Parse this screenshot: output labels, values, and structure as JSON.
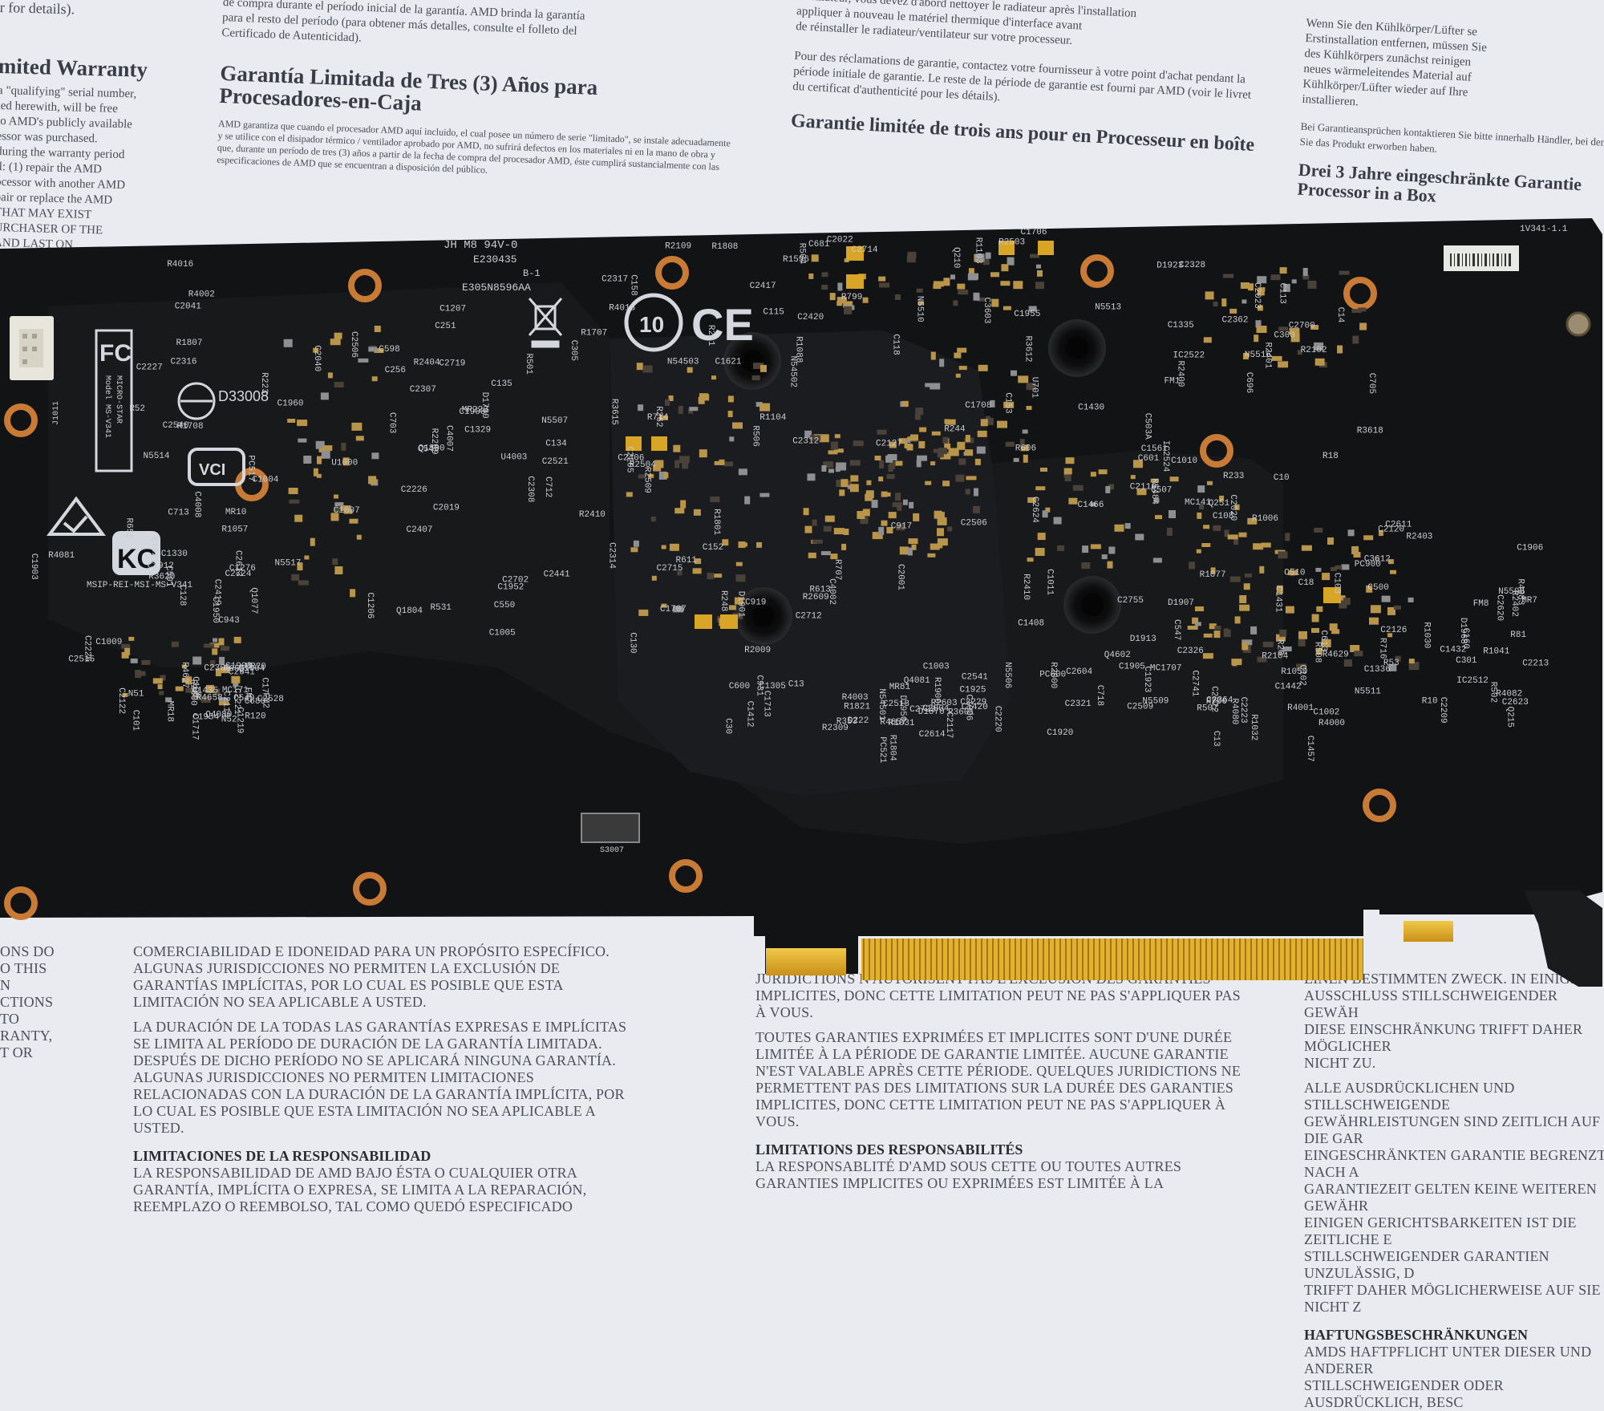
{
  "background_documents": {
    "top_left": {
      "title": "mited Warranty",
      "intro": "r for details).",
      "lines": [
        "a \"qualifying\" serial number,",
        "led herewith, will be free",
        "to AMD's publicly available",
        "essor was purchased.",
        "during the warranty period",
        "ll: (1) repair the AMD",
        "ocessor with another AMD",
        "pair or replace the AMD",
        "THAT MAY EXIST",
        "URCHASER OF THE",
        "AND LAST ON"
      ]
    },
    "top_spanish": {
      "pre_lines": [
        "de compra durante el período inicial de la garantía.  AMD brinda la garantía",
        "para el resto del período  (para obtener más detalles, consulte el folleto del",
        "Certificado de Autenticidad)."
      ],
      "title": "Garantía Limitada de Tres (3) Años para Procesadores-en-Caja",
      "body": "AMD garantiza que cuando el procesador AMD aquí incluido, el cual posee un número de serie \"limitado\", se instale adecuadamente y se utilice con el disipador térmico / ventilador aprobado por AMD, no sufrirá defectos en los materiales ni en la mano de obra y que, durante un período de tres (3) años a partir de la fecha de compra del procesador AMD, éste cumplirá sustancialmente con las especificaciones de AMD que se encuentran a disposición del público."
    },
    "top_french": {
      "pre_lines": [
        "ventilateur, vous devez d'abord nettoyer le radiateur après l'installation",
        "appliquer à nouveau le matériel thermique d'interface avant",
        "de réinstaller le radiateur/ventilateur sur votre processeur."
      ],
      "para": "Pour des réclamations de garantie, contactez votre fournisseur à votre point d'achat pendant la période initiale de garantie.  Le reste de la période de garantie est fourni par AMD (voir le livret du certificat d'authenticité pour les détails).",
      "title": "Garantie limitée de trois ans pour en Processeur en boîte"
    },
    "top_german": {
      "lines": [
        "Wenn Sie den Kühlkörper/Lüfter se",
        "Erstinstallation entfernen, müssen Sie",
        "des Kühlkörpers zunächst reinigen",
        "neues wärmeleitendes Material auf",
        "Kühlkörper/Lüfter wieder auf Ihre",
        "installieren."
      ],
      "para": "Bei Garantieansprüchen kontaktieren Sie bitte innerhalb Händler, bei dem Sie das Produkt erworben haben.",
      "title": "Drei 3 Jahre eingeschränkte Garantie Processor in a Box"
    },
    "bottom_left": {
      "lines": [
        "ONS DO",
        "O THIS",
        "N",
        "CTIONS",
        "TO",
        "RANTY,",
        "T OR"
      ]
    },
    "bottom_spanish": {
      "caps_lines": [
        "COMERCIABILIDAD E IDONEIDAD PARA UN PROPÓSITO ESPECÍFICO.",
        "ALGUNAS JURISDICCIONES NO PERMITEN LA EXCLUSIÓN DE",
        "GARANTÍAS IMPLÍCITAS, POR LO CUAL ES POSIBLE QUE ESTA",
        "LIMITACIÓN NO SEA APLICABLE A USTED."
      ],
      "caps_lines_2": [
        "LA DURACIÓN DE LA TODAS LAS GARANTÍAS EXPRESAS E IMPLÍCITAS",
        "SE LIMITA AL PERÍODO DE DURACIÓN DE LA GARANTÍA LIMITADA.",
        "DESPUÉS DE DICHO PERÍODO NO SE APLICARÁ NINGUNA GARANTÍA.",
        "ALGUNAS JURISDICCIONES NO PERMITEN LIMITACIONES",
        "RELACIONADAS CON LA DURACIÓN DE LA GARANTÍA IMPLÍCITA, POR",
        "LO CUAL ES POSIBLE QUE ESTA LIMITACIÓN NO SEA APLICABLE A",
        "USTED."
      ],
      "heading": "LIMITACIONES DE LA RESPONSABILIDAD",
      "caps_lines_3": [
        "LA RESPONSABILIDAD DE AMD BAJO ÉSTA O CUALQUIER OTRA",
        "GARANTÍA, IMPLÍCITA O EXPRESA, SE LIMITA A LA REPARACIÓN,",
        "REEMPLAZO O REEMBOLSO, TAL COMO QUEDÓ ESPECIFICADO"
      ]
    },
    "bottom_french": {
      "caps_lines": [
        "JURIDICTIONS N'AUTORISENT PAS L'EXCLUSION DES GARANTIES",
        "IMPLICITES, DONC CETTE LIMITATION PEUT NE PAS S'APPLIQUER PAS",
        "À VOUS."
      ],
      "caps_lines_2": [
        "TOUTES GARANTIES EXPRIMÉES ET IMPLICITES SONT D'UNE DURÉE",
        "LIMITÉE À LA PÉRIODE DE GARANTIE LIMITÉE. AUCUNE GARANTIE",
        "N'EST VALABLE APRÈS CETTE PÉRIODE. QUELQUES JURIDICTIONS NE",
        "PERMETTENT PAS DES LIMITATIONS SUR LA DURÉE DES GARANTIES",
        "IMPLICITES, DONC CETTE LIMITATION PEUT NE PAS S'APPLIQUER À",
        "VOUS."
      ],
      "heading": "LIMITATIONS DES RESPONSABILITÉS",
      "caps_lines_3": [
        "LA RESPONSABLITÉ D'AMD SOUS CETTE OU TOUTES AUTRES",
        "GARANTIES IMPLICITES OU EXPRIMÉES EST LIMITÉE À LA"
      ]
    },
    "bottom_german": {
      "caps_lines": [
        "EINEN BESTIMMTEN ZWECK. IN EINIGEN",
        "AUSSCHLUSS STILLSCHWEIGENDER GEWÄH",
        "DIESE EINSCHRÄNKUNG TRIFFT DAHER MÖGLICHER",
        "NICHT ZU."
      ],
      "caps_lines_2": [
        "ALLE AUSDRÜCKLICHEN UND STILLSCHWEIGENDE",
        "GEWÄHRLEISTUNGEN SIND ZEITLICH AUF DIE GAR",
        "EINGESCHRÄNKTEN GARANTIE BEGRENZT. NACH A",
        "GARANTIEZEIT GELTEN KEINE WEITEREN GEWÄHR",
        "EINIGEN GERICHTSBARKEITEN IST DIE ZEITLICHE E",
        "STILLSCHWEIGENDER GARANTIEN UNZULÄSSIG, D",
        "TRIFFT DAHER MÖGLICHERWEISE AUF SIE NICHT Z"
      ],
      "heading": "HAFTUNGSBESCHRÄNKUNGEN",
      "caps_lines_3": [
        "AMDS HAFTPFLICHT UNTER DIESER UND ANDERER",
        "STILLSCHWEIGENDER ODER AUSDRÜCKLICH, BESC"
      ]
    }
  },
  "board": {
    "silkscreen": {
      "ul_mark": "JH M8 94V-0",
      "ul_file": "E230435",
      "ul_batch": "B-1",
      "lot_code": "E305N8596AA",
      "fcc_brand": "MICRO-STAR",
      "fcc_model": "Model MS-V341",
      "fcc_logo": "FC",
      "ce_mark": "CE",
      "rohs_years": "10",
      "cert_code": "D33008",
      "vci_logo": "VCI",
      "kc_logo": "KC",
      "kc_id": "MSIP-REI-MSI-MS-V341",
      "board_rev": "1V341-1.1",
      "connector_label": "J1011"
    },
    "component_labels": [
      "C4008",
      "U1000",
      "R531",
      "R1596",
      "C1621",
      "C4002",
      "R5484",
      "C507",
      "C510",
      "C500",
      "C501",
      "FM2",
      "N54501",
      "R1050",
      "PC521",
      "PC517",
      "C545",
      "R501",
      "R504",
      "R611",
      "R606",
      "C601",
      "C696",
      "R508",
      "R53",
      "C549",
      "C680",
      "C600",
      "PC600",
      "R507",
      "R52",
      "C598",
      "C550",
      "C681",
      "R506",
      "R613",
      "C547",
      "C14",
      "C10",
      "R502",
      "R655",
      "R656",
      "C13",
      "N5506",
      "N5509",
      "N5514",
      "N5517",
      "N5507",
      "N5510",
      "N54503",
      "N54502",
      "N5513",
      "N5516",
      "N5508",
      "N5511",
      "N51",
      "N52",
      "R4003",
      "R4001",
      "R4000",
      "R4002",
      "C2407",
      "C2441",
      "C2420",
      "C2406",
      "R2410",
      "R2400",
      "R2401",
      "R2402",
      "R2403",
      "C2515",
      "C2528",
      "C2541",
      "C2509",
      "C2513",
      "C2540",
      "C2506",
      "C2521",
      "R2503",
      "R2509",
      "R2609",
      "C2624",
      "C2362",
      "C2611",
      "C2623",
      "C2641",
      "R2600",
      "R2603",
      "C2604",
      "C2614",
      "C2613",
      "R2404",
      "R2410",
      "C2417",
      "R2504",
      "C2506",
      "IC2524",
      "IC2522",
      "IC2512",
      "C2620",
      "C2419",
      "C2309",
      "R2309",
      "C2322",
      "C2321",
      "C2316",
      "C2307",
      "C2308",
      "C2317",
      "C2314",
      "C2312",
      "C2326",
      "C2328",
      "C2213",
      "C2209",
      "C2226",
      "C2221",
      "C2220",
      "C2223",
      "C2229",
      "C2227",
      "C2226",
      "R2209",
      "R2109",
      "C2205",
      "C2127",
      "C2116",
      "R2102",
      "C2120",
      "C2126",
      "C2122",
      "C2115",
      "C2117",
      "R2104",
      "C2364",
      "R4016",
      "C4007",
      "U4003",
      "R4015",
      "R248",
      "C1408",
      "C1430",
      "R3618",
      "C3612",
      "C1336",
      "R3620",
      "C1435",
      "C1412",
      "R3601",
      "C1420",
      "C1330",
      "C1206",
      "C1207",
      "C3603",
      "R3615",
      "R3612",
      "C1466",
      "C1335",
      "C1431",
      "C1432",
      "C1276",
      "C1219",
      "C1305",
      "C1442",
      "C1457",
      "C1421",
      "C1329",
      "C1900",
      "C1706",
      "C1707",
      "C1708",
      "MC141",
      "C300",
      "C301",
      "C160",
      "C1717",
      "MC171",
      "C1713",
      "R2000",
      "C2004",
      "C2041",
      "C2040",
      "C2019",
      "C2022",
      "R2009",
      "C2001",
      "C2020",
      "C2023",
      "R1030",
      "R1041",
      "C1009",
      "R120",
      "R353",
      "R1032",
      "R1031",
      "R223",
      "MR223",
      "C305",
      "Q210",
      "C919",
      "C917",
      "C1011",
      "C1010",
      "R1006",
      "PC900",
      "C943",
      "FM7",
      "C931",
      "C1905",
      "R1821",
      "R1708",
      "D1700",
      "R1707",
      "C158",
      "C152",
      "C153",
      "C1561",
      "R18",
      "R20",
      "R81",
      "MR18",
      "MR20",
      "MR81",
      "C2741",
      "C2723",
      "C2724",
      "C2719",
      "C2702",
      "C2714",
      "C2715",
      "C2712",
      "C2755",
      "C2700",
      "C18",
      "R10",
      "MR10",
      "C17",
      "C30",
      "MC1707",
      "R700",
      "C713",
      "C703",
      "C712",
      "R799",
      "R714",
      "R707",
      "U701",
      "C705",
      "R716",
      "MR7",
      "R1057",
      "Q1604",
      "D1070",
      "C718",
      "R1804",
      "R1807",
      "Q1804",
      "Q1800",
      "R1808",
      "R1801",
      "R1900",
      "D1907",
      "C503A",
      "C613",
      "FM8",
      "C1950",
      "C1954",
      "C1925",
      "C1923",
      "C1920",
      "C1912",
      "C1960",
      "C1952",
      "C1955",
      "D1901",
      "D1950",
      "D1913",
      "D1923",
      "D1968",
      "C1906",
      "C1903",
      "C1903",
      "C1003",
      "C1006",
      "C1002",
      "C1004",
      "C1007",
      "C1005",
      "R1103",
      "R1104",
      "R1088",
      "R1077",
      "R233",
      "R4629",
      "Q215",
      "R4627",
      "R4658",
      "R4657",
      "Q4602",
      "D222",
      "Q1077",
      "C256",
      "C251",
      "R261",
      "R262",
      "R244",
      "Q251",
      "FM1",
      "R4083",
      "R4082",
      "R4081",
      "Q4080",
      "Q4081",
      "R4080",
      "C13",
      "C128",
      "C135",
      "C134",
      "C115",
      "C130",
      "C118",
      "C108",
      "C113",
      "C102",
      "C103",
      "C101",
      "C100"
    ],
    "exposed_label": "S3007"
  },
  "colors": {
    "paper": "#e9ebf0",
    "pcb": "#121315",
    "silkscreen": "#cfd3d9",
    "gold_contacts": "#e0b22c",
    "copper_ring": "#c97a34",
    "ink": "#3a3d48"
  }
}
